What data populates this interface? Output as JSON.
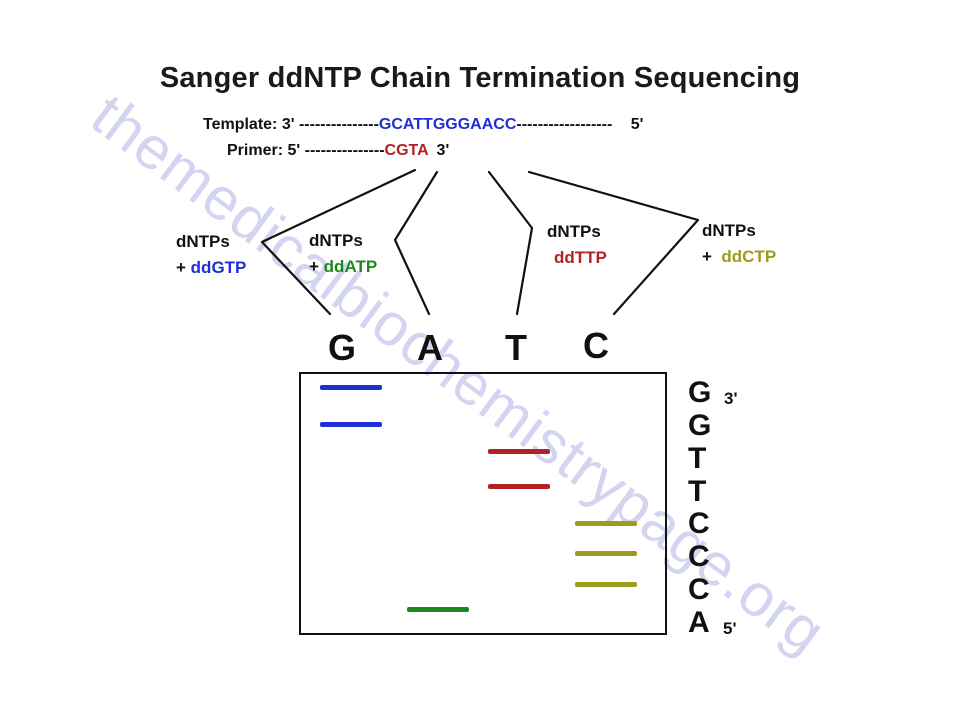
{
  "title": "Sanger ddNTP Chain Termination Sequencing",
  "template": {
    "prefix": "Template: 3' ---------------",
    "sequence": "GCATTGGGAACC",
    "suffix": "------------------",
    "end": "5'"
  },
  "primer": {
    "prefix": "Primer: 5' ---------------",
    "sequence": "CGTA",
    "end": "3'"
  },
  "reactions": [
    {
      "line1": "dNTPs",
      "plus": "+",
      "dd": "ddGTP"
    },
    {
      "line1": "dNTPs",
      "plus": "+",
      "dd": "ddATP"
    },
    {
      "line1": "dNTPs",
      "plus": "",
      "dd": "ddTTP"
    },
    {
      "line1": "dNTPs",
      "plus": "+",
      "dd": "ddCTP"
    }
  ],
  "lanes": [
    "G",
    "A",
    "T",
    "C"
  ],
  "read_sequence": [
    "G",
    "G",
    "T",
    "T",
    "C",
    "C",
    "C",
    "A"
  ],
  "read_end_top": "3'",
  "read_end_bottom": "5'",
  "watermark": "themedicalbiochemistrypage.org",
  "colors": {
    "G": "#1f2fd6",
    "A": "#1e8a1e",
    "T": "#b22222",
    "C": "#9c9c1e",
    "template_seq": "#1f2fd6",
    "primer_seq": "#b22222"
  }
}
